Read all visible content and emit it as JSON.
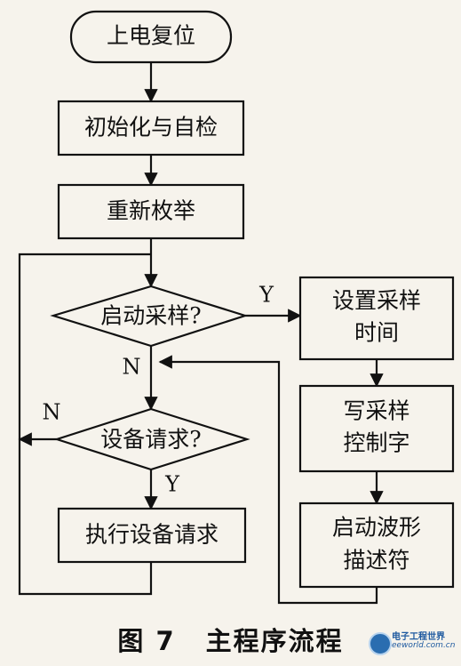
{
  "nodes": {
    "power_on_reset": "上电复位",
    "init_self_check": "初始化与自检",
    "re_enumerate": "重新枚举",
    "start_sampling": "启动采样?",
    "device_request": "设备请求?",
    "execute_request": "执行设备请求",
    "set_sample_time": [
      "设置采样",
      "时间"
    ],
    "write_control_word": [
      "写采样",
      "控制字"
    ],
    "start_waveform_descriptor": [
      "启动波形",
      "描述符"
    ]
  },
  "branches": {
    "sampling_yes": "Y",
    "sampling_no": "N",
    "request_yes": "Y",
    "request_no": "N"
  },
  "caption": {
    "figure": "图 7",
    "title": "主程序流程"
  },
  "watermark": {
    "title": "电子工程世界",
    "url": "eeworld.com.cn"
  },
  "colors": {
    "line": "#111111",
    "background": "#f6f3ec",
    "watermark": "#1f5aa0"
  }
}
